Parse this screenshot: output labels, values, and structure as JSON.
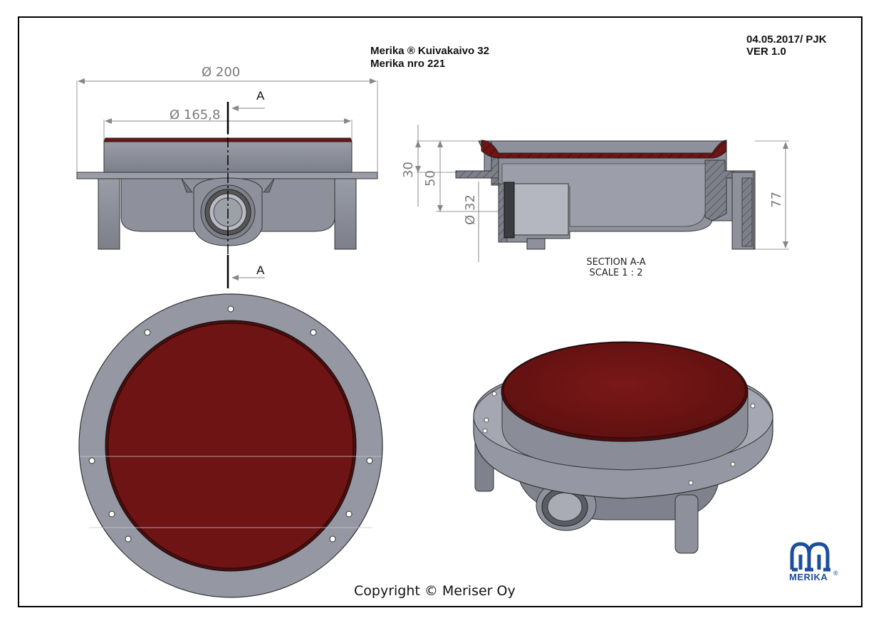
{
  "title": {
    "line1": "Merika ® Kuivakaivo 32",
    "line2": "Merika nro  221"
  },
  "revision": {
    "date": "04.05.2017/ PJK",
    "version": "VER 1.0"
  },
  "dimensions": {
    "outer_diameter": "Ø 200",
    "inner_diameter": "Ø 165,8",
    "section_marker": "A",
    "height_30": "30",
    "height_50": "50",
    "pipe_diameter": "Ø 32",
    "height_77": "77"
  },
  "section": {
    "name": "SECTION A-A",
    "scale": "SCALE 1 : 2"
  },
  "copyright": "Copyright © Meriser Oy",
  "logo": {
    "text": "MERIKA",
    "registered": "®"
  },
  "colors": {
    "lid": "#6e1414",
    "body": "#8c8f99",
    "body_dark": "#5f626b",
    "dimension": "#888888",
    "logo": "#1b4e9b"
  }
}
